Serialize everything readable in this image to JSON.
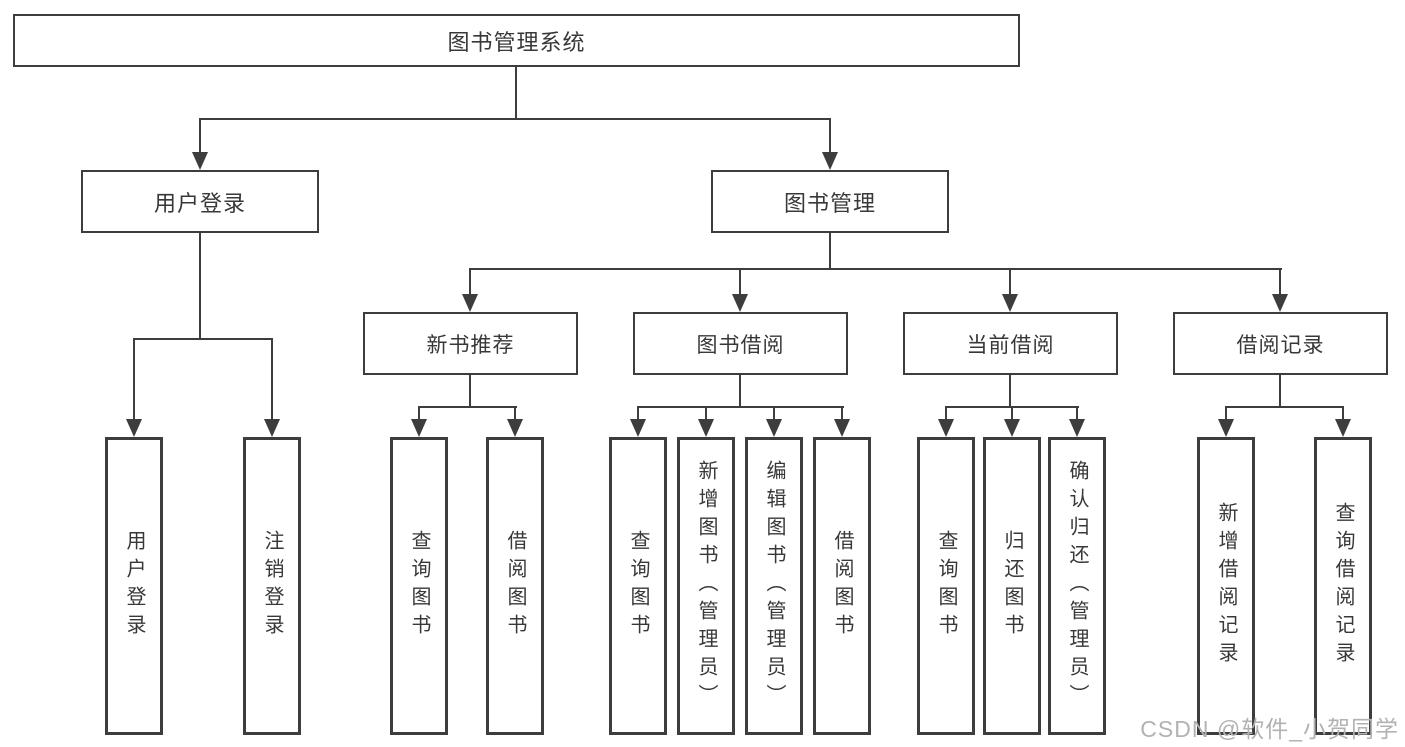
{
  "tree": {
    "root": {
      "label": "图书管理系统"
    },
    "level2": [
      {
        "label": "用户登录"
      },
      {
        "label": "图书管理"
      }
    ],
    "level3": [
      {
        "label": "新书推荐",
        "parent": "图书管理"
      },
      {
        "label": "图书借阅",
        "parent": "图书管理"
      },
      {
        "label": "当前借阅",
        "parent": "图书管理"
      },
      {
        "label": "借阅记录",
        "parent": "图书管理"
      }
    ],
    "leaves": [
      {
        "label": "用户登录",
        "parent": "用户登录"
      },
      {
        "label": "注销登录",
        "parent": "用户登录"
      },
      {
        "label": "查询图书",
        "parent": "新书推荐"
      },
      {
        "label": "借阅图书",
        "parent": "新书推荐"
      },
      {
        "label": "查询图书",
        "parent": "图书借阅"
      },
      {
        "label": "新增图书（管理员）",
        "parent": "图书借阅"
      },
      {
        "label": "编辑图书（管理员）",
        "parent": "图书借阅"
      },
      {
        "label": "借阅图书",
        "parent": "图书借阅"
      },
      {
        "label": "查询图书",
        "parent": "当前借阅"
      },
      {
        "label": "归还图书",
        "parent": "当前借阅"
      },
      {
        "label": "确认归还（管理员）",
        "parent": "当前借阅"
      },
      {
        "label": "新增借阅记录",
        "parent": "借阅记录"
      },
      {
        "label": "查询借阅记录",
        "parent": "借阅记录"
      }
    ]
  },
  "watermark": {
    "text": "CSDN @软件_小贺同学",
    "color": "#b2b2b2"
  },
  "colors": {
    "line": "#3d3d3d",
    "text": "#383838",
    "background": "#ffffff"
  }
}
